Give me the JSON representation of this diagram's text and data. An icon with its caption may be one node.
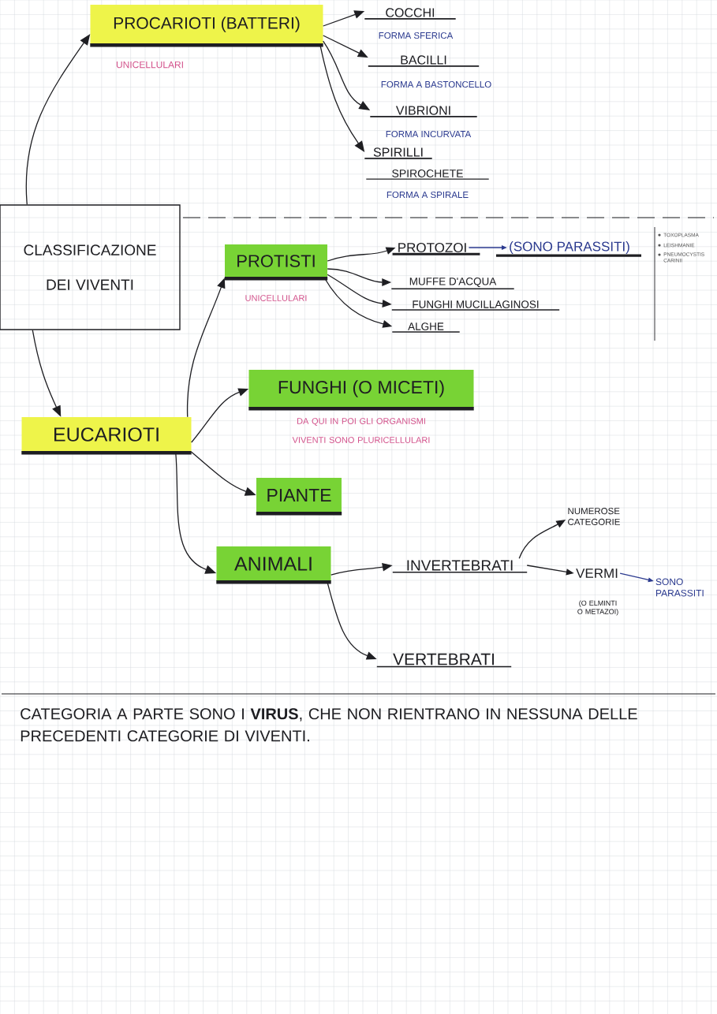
{
  "diagram": {
    "nodes": [
      {
        "text": [
          "PROCARIOTI (BATTERI)"
        ],
        "beside": [
          "UNICELLULARI"
        ]
      },
      {
        "text": [
          "COCCHI"
        ],
        "beside": [
          "FORMA SFERICA"
        ]
      },
      {
        "text": [
          "BACILLI"
        ],
        "beside": [
          "FORMA A BASTONCELLO"
        ]
      },
      {
        "text": [
          "VIBRIONI"
        ],
        "beside": [
          "FORMA INCURVATA"
        ]
      },
      {
        "text": [
          "SPIRILLI"
        ],
        "beside": [
          "SPIROCHETE",
          "FORMA A SPIRALE"
        ]
      },
      {
        "text": [
          "CLASSIFICAZIONE DEI VIVENTI"
        ]
      },
      {
        "text": [
          "PROTISTI"
        ],
        "beside": [
          "UNICELLULARI"
        ]
      },
      {
        "text": [
          "PROTOZOI"
        ]
      },
      {
        "text": [
          "(SONO PARASSITI)"
        ]
      },
      {
        "text": [
          "MUFFE D'ACQUA"
        ]
      },
      {
        "text": [
          "FUNGHI MUCILLAGINOSI"
        ]
      },
      {
        "text": [
          "ALGHE"
        ]
      },
      {
        "text": [
          "FUNGHI (O MICETI)"
        ],
        "beside": [
          "DA QUI IN POI GLI ORGANISMI VIVENTI SONO PLURICELLULARI"
        ]
      },
      {
        "text": [
          "EUCARIOTI"
        ]
      },
      {
        "text": [
          "PIANTE"
        ]
      },
      {
        "text": [
          "ANIMALI"
        ]
      },
      {
        "text": [
          "INVERTEBRATI"
        ]
      },
      {
        "text": [
          "NUMEROSE CATEGORIE"
        ]
      },
      {
        "text": [
          "VERMI"
        ],
        "beside": [
          "(O ELMINTI O METAZOI)"
        ]
      },
      {
        "text": [
          "SONO PARASSITI"
        ]
      },
      {
        "text": [
          "VERTEBRATI"
        ]
      }
    ],
    "edges": [
      {
        "from": 5,
        "to": 0,
        "arrow": "to"
      },
      {
        "from": 5,
        "to": 13,
        "arrow": "to"
      },
      {
        "from": 0,
        "to": 1,
        "arrow": "to"
      },
      {
        "from": 0,
        "to": 2,
        "arrow": "to"
      },
      {
        "from": 0,
        "to": 3,
        "arrow": "to"
      },
      {
        "from": 0,
        "to": 4,
        "arrow": "to"
      },
      {
        "from": 13,
        "to": 6,
        "arrow": "to"
      },
      {
        "from": 13,
        "to": 12,
        "arrow": "to"
      },
      {
        "from": 13,
        "to": 14,
        "arrow": "to"
      },
      {
        "from": 13,
        "to": 15,
        "arrow": "to"
      },
      {
        "from": 6,
        "to": 7,
        "arrow": "to"
      },
      {
        "from": 6,
        "to": 9,
        "arrow": "to"
      },
      {
        "from": 6,
        "to": 10,
        "arrow": "to"
      },
      {
        "from": 6,
        "to": 11,
        "arrow": "to"
      },
      {
        "from": 7,
        "to": 8,
        "arrow": "to",
        "color": "#2b3a8f"
      },
      {
        "from": 15,
        "to": 16,
        "arrow": "to"
      },
      {
        "from": 15,
        "to": 20,
        "arrow": "to"
      },
      {
        "from": 16,
        "to": 17,
        "arrow": "to"
      },
      {
        "from": 16,
        "to": 18,
        "arrow": "to"
      },
      {
        "from": 18,
        "to": 19,
        "arrow": "to",
        "color": "#2b3a8f"
      }
    ],
    "labels": [
      "TOXOPLASMA",
      "LEISHMANIE",
      "PNEUMOCYSTIS CARINII",
      "CATEGORIA A PARTE SONO I **VIRUS**, CHE NON RIENTRANO IN NESSUNA DELLE PRECEDENTI CATEGORIE DI VIVENTI."
    ]
  }
}
